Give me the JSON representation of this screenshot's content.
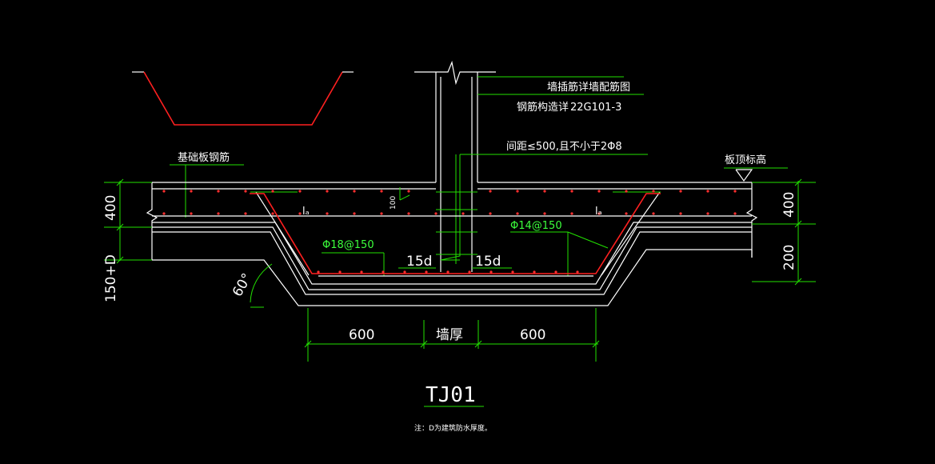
{
  "labels": {
    "wall_rebar_ref": "墙插筋详墙配筋图",
    "rebar_construction": "钢筋构造详",
    "standard": "22G101-3",
    "spacing_note": "间距≤500,且不小于2Φ8",
    "base_slab_rebar": "基础板钢筋",
    "slab_top_elevation": "板顶标高",
    "rebar_lower": "Φ18@150",
    "rebar_upper": "Φ14@150",
    "dev_length_left": "lₐ",
    "dev_length_right": "lₐ",
    "hook_left": "15d",
    "hook_right": "15d",
    "small_dim": "100"
  },
  "dimensions": {
    "left_top": "400",
    "left_bottom": "150+D",
    "right_top": "400",
    "right_bottom": "200",
    "bottom_left": "600",
    "bottom_middle": "墙厚",
    "bottom_right": "600",
    "angle": "60°"
  },
  "title": "TJ01",
  "note": "注：D为建筑防水厚度。",
  "colors": {
    "background": "#000000",
    "outline": "#ffffff",
    "dimension": "#22e000",
    "rebar": "#ff2020"
  }
}
